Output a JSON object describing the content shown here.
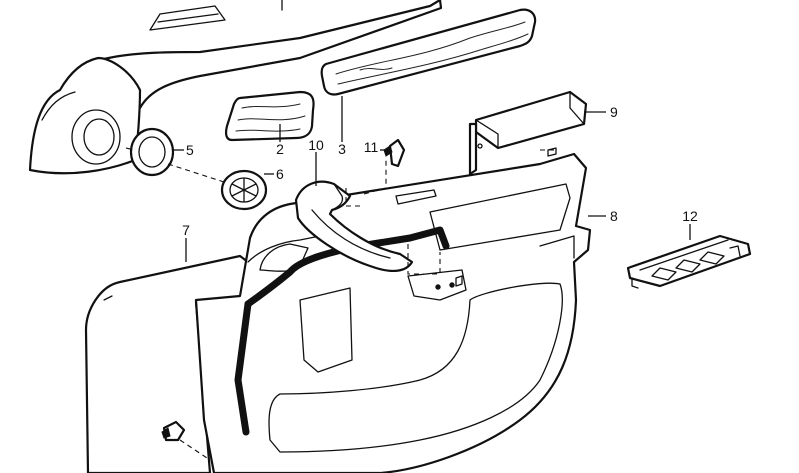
{
  "diagram": {
    "callouts": [
      {
        "id": "2",
        "label": "2"
      },
      {
        "id": "3",
        "label": "3"
      },
      {
        "id": "5",
        "label": "5"
      },
      {
        "id": "6",
        "label": "6"
      },
      {
        "id": "7",
        "label": "7"
      },
      {
        "id": "8",
        "label": "8"
      },
      {
        "id": "9",
        "label": "9"
      },
      {
        "id": "10",
        "label": "10"
      },
      {
        "id": "11",
        "label": "11"
      },
      {
        "id": "12",
        "label": "12"
      }
    ],
    "colors": {
      "ink": "#111111",
      "background": "#ffffff"
    }
  }
}
